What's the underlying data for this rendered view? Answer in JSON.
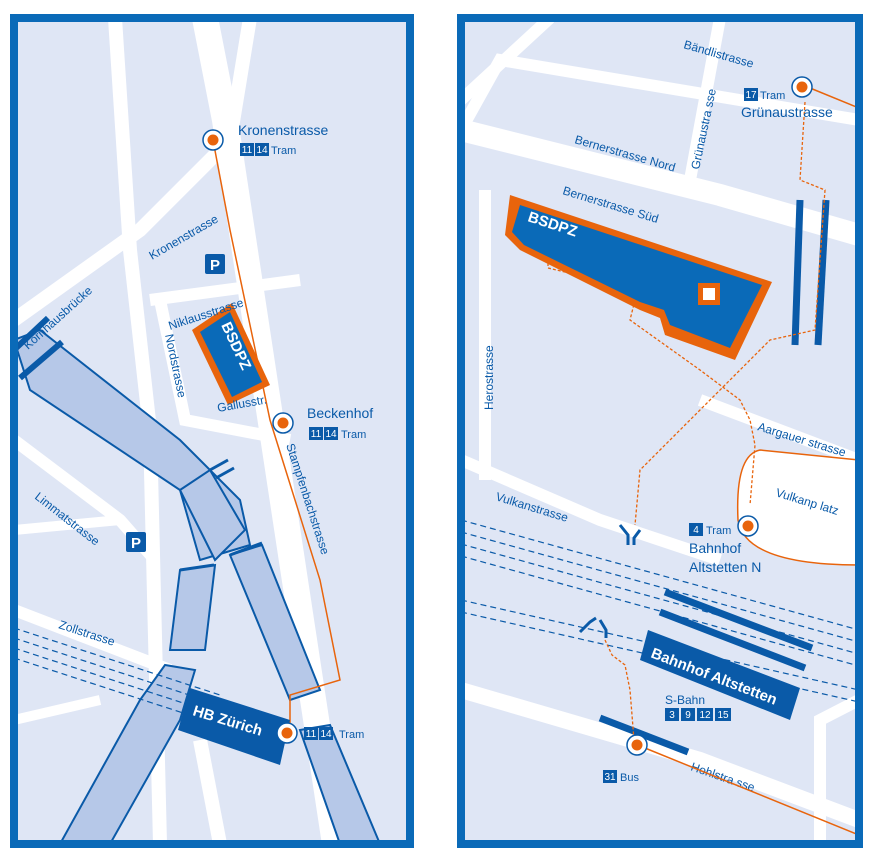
{
  "colors": {
    "frame": "#0a6ab8",
    "background": "#dfe6f5",
    "road": "#ffffff",
    "accent_blue": "#0a5aa8",
    "orange": "#e8640c",
    "bridge": "#b6c8e8"
  },
  "left_panel": {
    "stops": {
      "kronenstrasse": {
        "name": "Kronenstrasse",
        "lines": [
          "11",
          "14"
        ],
        "mode": "Tram"
      },
      "beckenhof": {
        "name": "Beckenhof",
        "lines": [
          "11",
          "14"
        ],
        "mode": "Tram"
      },
      "hb": {
        "lines": [
          "11",
          "14"
        ],
        "mode": "Tram"
      }
    },
    "streets": {
      "kronenstrasse": "Kronenstrasse",
      "niklausstrasse": "Niklausstrasse",
      "nordstrasse": "Nordstrasse",
      "gallusstr": "Gallusstr.",
      "stampfenbachstrasse": "Stampfenbachstrasse",
      "kornhausbruecke": "Kornhausbrücke",
      "limmatstrasse": "Limmatstrasse",
      "zollstrasse": "Zollstrasse"
    },
    "building": "BSDPZ",
    "station": "HB Zürich",
    "parking_symbol": "P"
  },
  "right_panel": {
    "stops": {
      "gruenaustrasse": {
        "name": "Grünaustrasse",
        "lines": [
          "17"
        ],
        "mode": "Tram"
      },
      "altstetten_n": {
        "name_line1": "Bahnhof",
        "name_line2": "Altstetten   N",
        "lines": [
          "4"
        ],
        "mode": "Tram"
      },
      "bus": {
        "lines": [
          "31"
        ],
        "mode": "Bus"
      }
    },
    "streets": {
      "baendlistrasse": "Bändlistrasse",
      "gruenaustrasse": "Grünaustra sse",
      "bernerstrasse_nord": "Bernerstrasse Nord",
      "bernerstrasse_sued": "Bernerstrasse Süd",
      "herostrasse": "Herostrasse",
      "aargauerstrasse": "Aargauer strasse",
      "vulkanplatz": "Vulkanp latz",
      "vulkanstrasse": "Vulkanstrasse",
      "hohlstrasse": "Hohlstra sse"
    },
    "building": "BSDPZ",
    "station": "Bahnhof Altstetten",
    "sbahn": {
      "label": "S-Bahn",
      "lines": [
        "3",
        "9",
        "12",
        "15"
      ]
    }
  }
}
